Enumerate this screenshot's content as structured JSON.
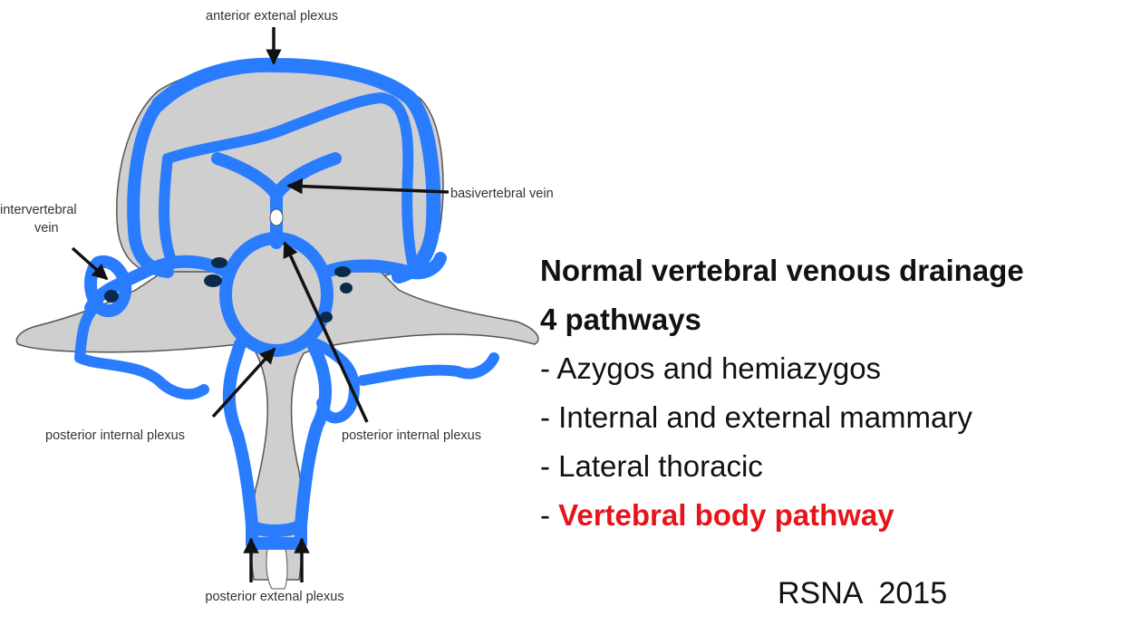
{
  "diagram": {
    "labels": {
      "anterior_external_plexus": "anterior extenal plexus",
      "basivertebral_vein": "basivertebral vein",
      "intervertebral_vein_line1": "intervertebral",
      "intervertebral_vein_line2": "vein",
      "posterior_internal_plexus_left": "posterior internal plexus",
      "posterior_internal_plexus_right": "posterior internal plexus",
      "posterior_external_plexus": "posterior extenal plexus"
    },
    "colors": {
      "vein": "#2a7cff",
      "bone": "#cfcfcf",
      "outline": "#555555",
      "dark_vessel": "#0b2a4a",
      "arrow": "#111111"
    }
  },
  "text": {
    "heading1": "Normal vertebral venous drainage",
    "heading2": "4 pathways",
    "items": [
      {
        "dash": "- ",
        "label": "Azygos and hemiazygos"
      },
      {
        "dash": "- ",
        "label": "Internal and external mammary"
      },
      {
        "dash": "- ",
        "label": "Lateral thoracic"
      },
      {
        "dash": "- ",
        "label": "Vertebral body pathway"
      }
    ],
    "highlight_color": "#e8141b"
  },
  "credit": "RSNA  2015"
}
